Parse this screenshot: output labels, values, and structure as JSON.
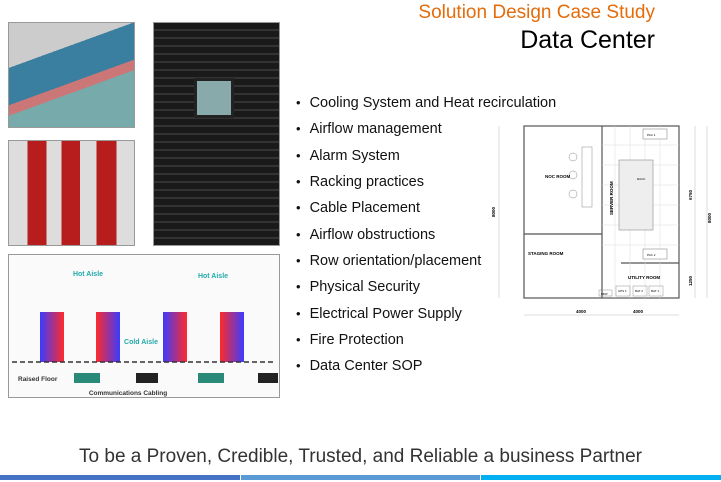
{
  "header": {
    "subtitle": "Solution Design Case Study",
    "title": "Data Center"
  },
  "bullets": [
    "Cooling System and Heat recirculation",
    "Airflow management",
    "Alarm System",
    "Racking practices",
    "Cable Placement",
    "Airflow obstructions",
    "Row orientation/placement",
    "Physical Security",
    "Electrical Power Supply",
    "Fire Protection",
    "Data Center SOP"
  ],
  "aisle_diagram": {
    "hot_aisle": "Hot Aisle",
    "cold_aisle": "Cold Aisle",
    "raised_floor": "Raised Floor",
    "cabling": "Communications Cabling"
  },
  "floor_plan": {
    "noc": "NOC ROOM",
    "server": "SERVER ROOM",
    "staging": "STAGING ROOM",
    "utility": "UTILITY ROOM",
    "dim_left": "8000",
    "dim_right": "8000",
    "dim_upper": "6750",
    "dim_lower": "1250",
    "dim_bottom_left": "4000",
    "dim_bottom_right": "4000",
    "pac1": "PAC 1",
    "pac2": "PAC 2",
    "rack": "RACK",
    "ups": "UPS 1",
    "bat2": "BAT 2",
    "bat1": "BAT 1",
    "mdp": "MDP"
  },
  "footer": {
    "tagline": "To be a Proven, Credible, Trusted, and Reliable a business Partner"
  },
  "colors": {
    "accent": "#e46c0a",
    "bar1": "#4472c4",
    "bar2": "#5b9bd5",
    "bar3": "#00b0f0"
  }
}
